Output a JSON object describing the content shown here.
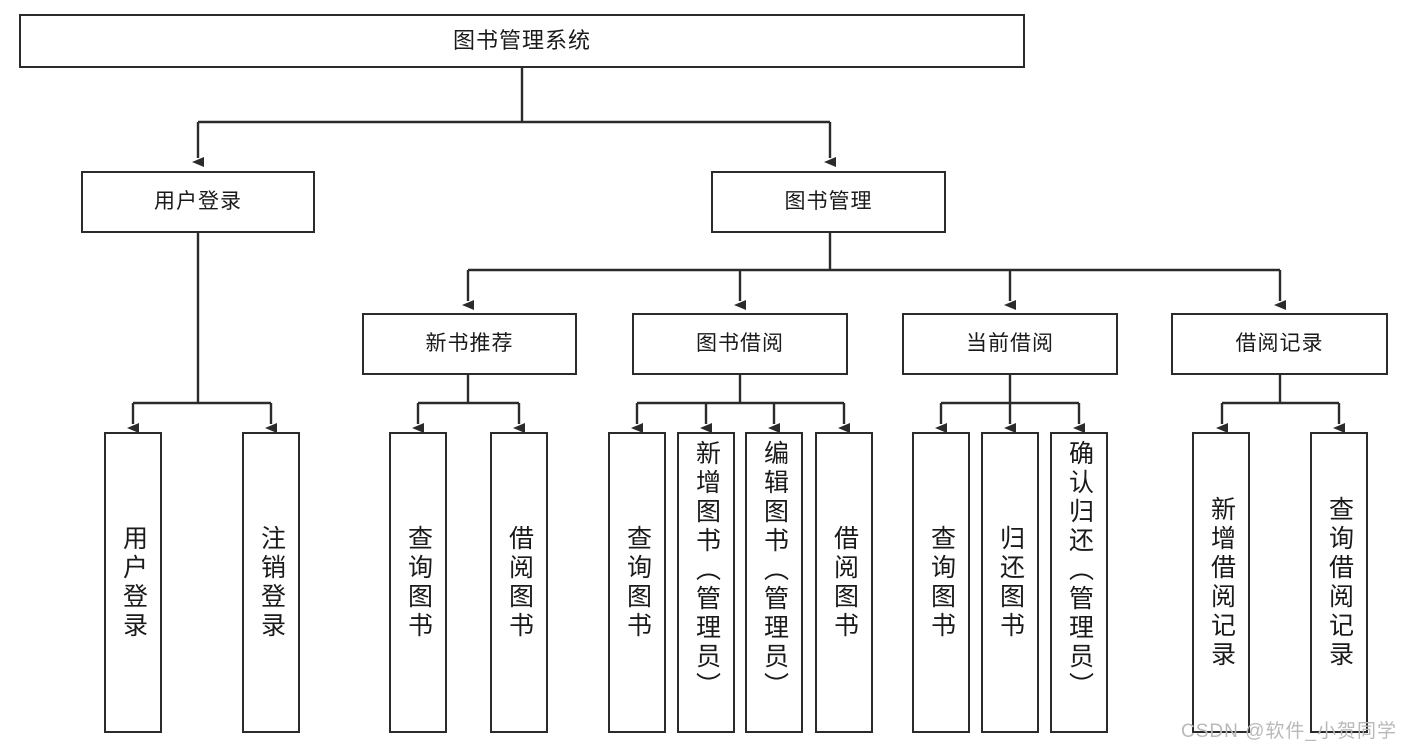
{
  "diagram": {
    "title": "图书管理系统",
    "type": "tree",
    "watermark": "CSDN @软件_小贺同学",
    "colors": {
      "box_border": "#2b2b2b",
      "box_fill": "#ffffff",
      "edge": "#2b2b2b",
      "text": "#1a1a1a",
      "watermark": "#b9b9b9"
    },
    "levels": {
      "root": {
        "label": "图书管理系统"
      },
      "level2": [
        {
          "id": "user-login",
          "label": "用户登录"
        },
        {
          "id": "book-manage",
          "label": "图书管理"
        }
      ],
      "level3": [
        {
          "id": "new-book-rec",
          "label": "新书推荐",
          "parent": "book-manage"
        },
        {
          "id": "book-borrow",
          "label": "图书借阅",
          "parent": "book-manage"
        },
        {
          "id": "current-borrow",
          "label": "当前借阅",
          "parent": "book-manage"
        },
        {
          "id": "borrow-record",
          "label": "借阅记录",
          "parent": "book-manage"
        }
      ],
      "leaves": [
        {
          "id": "leaf-user-login",
          "label": "用户登录",
          "parent": "user-login"
        },
        {
          "id": "leaf-logout",
          "label": "注销登录",
          "parent": "user-login"
        },
        {
          "id": "leaf-query-book-1",
          "label": "查询图书",
          "parent": "new-book-rec"
        },
        {
          "id": "leaf-borrow-book-1",
          "label": "借阅图书",
          "parent": "new-book-rec"
        },
        {
          "id": "leaf-query-book-2",
          "label": "查询图书",
          "parent": "book-borrow"
        },
        {
          "id": "leaf-add-book",
          "label": "新增图书（管理员）",
          "parent": "book-borrow"
        },
        {
          "id": "leaf-edit-book",
          "label": "编辑图书（管理员）",
          "parent": "book-borrow"
        },
        {
          "id": "leaf-borrow-book-2",
          "label": "借阅图书",
          "parent": "book-borrow"
        },
        {
          "id": "leaf-query-book-3",
          "label": "查询图书",
          "parent": "current-borrow"
        },
        {
          "id": "leaf-return-book",
          "label": "归还图书",
          "parent": "current-borrow"
        },
        {
          "id": "leaf-confirm-return",
          "label": "确认归还（管理员）",
          "parent": "current-borrow"
        },
        {
          "id": "leaf-add-record",
          "label": "新增借阅记录",
          "parent": "borrow-record"
        },
        {
          "id": "leaf-query-record",
          "label": "查询借阅记录",
          "parent": "borrow-record"
        }
      ]
    }
  }
}
